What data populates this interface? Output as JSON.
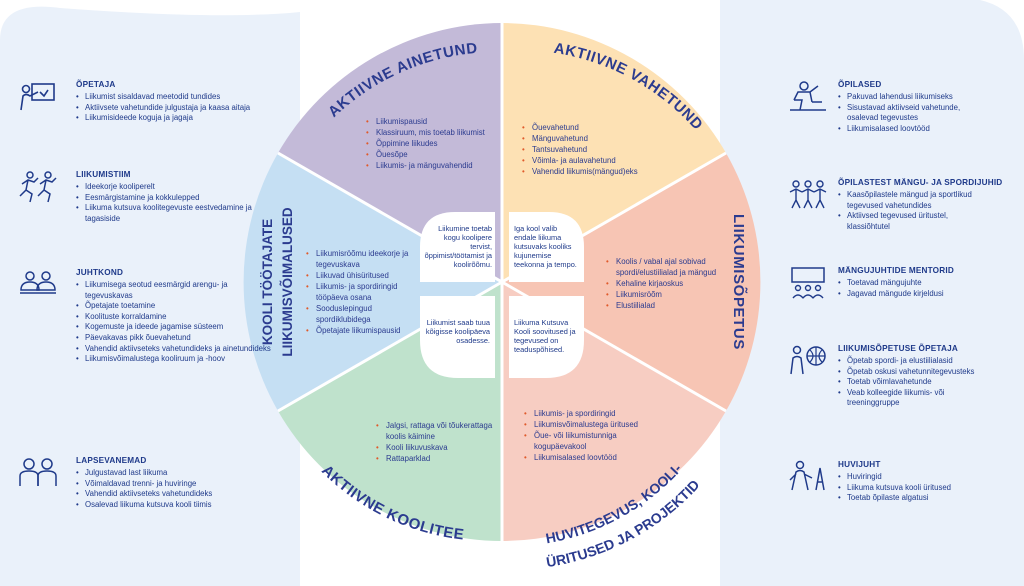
{
  "colors": {
    "text": "#1f3a8a",
    "purple": "#c3bad8",
    "yellow": "#fde1b4",
    "salmon": "#f7c5b4",
    "peach": "#f7cdc2",
    "green": "#bfe2cc",
    "blue": "#c5dff3",
    "bullet": "#e05a2b",
    "background": "#eaf1fa"
  },
  "segments": {
    "aktiivne_ainetund": {
      "title": "AKTIIVNE AINETUND",
      "items": [
        "Liikumispausid",
        "Klassiruum, mis toetab liikumist",
        "Õppimine liikudes",
        "Õuesõpe",
        "Liikumis- ja mänguvahendid"
      ]
    },
    "aktiivne_vahetund": {
      "title": "AKTIIVNE VAHETUND",
      "items": [
        "Õuevahetund",
        "Mänguvahetund",
        "Tantsuvahetund",
        "Võimla- ja aulavahetund",
        "Vahendid liikumis(mängud)eks"
      ]
    },
    "liikumisopetus": {
      "title": "LIIKUMISÕPETUS",
      "items": [
        "Koolis / vabal ajal sobivad spordi/elustiilialad ja mängud",
        "Kehaline kirjaoskus",
        "Liikumisröõm",
        "Elustiilialad"
      ]
    },
    "huvitegevus": {
      "title_line1": "HUVITEGEVUS, KOOLI-",
      "title_line2": "ÜRITUSED JA PROJEKTID",
      "items": [
        "Liikumis- ja spordiringid",
        "Liikumisvõimalustega üritused",
        "Õue- või liikumistunniga kogupäevakool",
        "Liikumisalased loovtööd"
      ]
    },
    "aktiivne_koolitee": {
      "title": "AKTIIVNE KOOLITEE",
      "items": [
        "Jalgsi, rattaga või tõukerattaga koolis käimine",
        "Kooli liikuvuskava",
        "Rattaparklad"
      ]
    },
    "kooli_tootajate": {
      "title_line1": "KOOLI TÖÖTAJATE",
      "title_line2": "LIIKUMISVÕIMALUSED",
      "items": [
        "Liikumisröõmu ideekorje ja tegevuskava",
        "Liikuvad ühisüritused",
        "Liikumis- ja spordiringid tööpäeva osana",
        "Sooduslepingud spordiklubidega",
        "Õpetajate liikumispausid"
      ]
    }
  },
  "center": {
    "top_left": "Liikumine toetab kogu koolipere tervist, õppimist/töötamist ja koolirõõmu.",
    "top_right": "Iga kool valib endale liikuma kutsuvaks kooliks kujunemise teekonna ja tempo.",
    "bottom_left": "Liikumist saab tuua kõigisse koolipäeva osadesse.",
    "bottom_right": "Liikuma Kutsuva Kooli soovitused ja tegevused on teaduspõhised."
  },
  "left_groups": [
    {
      "icon": "teacher-board-icon",
      "title": "ÕPETAJA",
      "items": [
        "Liikumist sisaldavad meetodid tundides",
        "Aktiivsete vahetundide julgustaja ja kaasa aitaja",
        "Liikumisideede koguja ja jagaja"
      ]
    },
    {
      "icon": "running-team-icon",
      "title": "LIIKUMISTIIM",
      "items": [
        "Ideekorje kooliperelt",
        "Eesmärgistamine ja kokkulepped",
        "Liikuma kutsuva koolitegevuste eestvedamine ja tagasiside"
      ]
    },
    {
      "icon": "leadership-icon",
      "title": "JUHTKOND",
      "items": [
        "Liikumisega seotud eesmärgid arengu- ja tegevuskavas",
        "Õpetajate toetamine",
        "Koolituste korraldamine",
        "Kogemuste ja ideede jagamise süsteem",
        "Päevakavas pikk õuevahetund",
        "Vahendid aktiivseteks vahetundideks ja ainetundideks",
        "Liikumisvõimalustega kooliruum ja -hoov"
      ]
    },
    {
      "icon": "parents-icon",
      "title": "LAPSEVANEMAD",
      "items": [
        "Julgustavad last liikuma",
        "Võimaldavad trenni- ja huviringe",
        "Vahendid aktiivseteks vahetundideks",
        "Osalevad liikuma kutsuva kooli tiimis"
      ]
    }
  ],
  "right_groups": [
    {
      "icon": "student-icon",
      "title": "ÕPILASED",
      "items": [
        "Pakuvad lahendusi liikumiseks",
        "Sisustavad aktiivseid vahetunde, osalevad tegevustes",
        "Liikumisalased loovtööd"
      ]
    },
    {
      "icon": "student-leaders-icon",
      "title": "ÕPILASTEST MÄNGU- JA SPORDIJUHID",
      "items": [
        "Kaasõpilastele mängud ja sportlikud tegevused vahetundides",
        "Aktiivsed tegevused üritustel, klassiõhtutel"
      ]
    },
    {
      "icon": "mentor-icon",
      "title": "MÄNGUJUHTIDE MENTORID",
      "items": [
        "Toetavad mängujuhte",
        "Jagavad mängude kirjeldusi"
      ]
    },
    {
      "icon": "pe-teacher-icon",
      "title": "LIIKUMISÕPETUSE ÕPETAJA",
      "items": [
        "Õpetab spordi- ja elustiilialasid",
        "Õpetab oskusi vahetunnitegevusteks",
        "Toetab võimlavahetunde",
        "Veab kolleegide liikumis- või treeninggruppe"
      ]
    },
    {
      "icon": "hobby-leader-icon",
      "title": "HUVIJUHT",
      "items": [
        "Huviringid",
        "Liikuma kutsuva kooli üritused",
        "Toetab õpilaste algatusi"
      ]
    }
  ]
}
